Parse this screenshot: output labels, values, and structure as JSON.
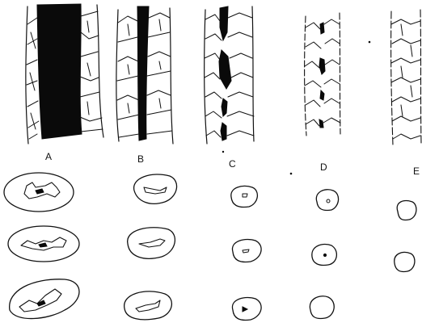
{
  "figure": {
    "stage_labels": [
      "A",
      "B",
      "C",
      "D",
      "E"
    ]
  }
}
